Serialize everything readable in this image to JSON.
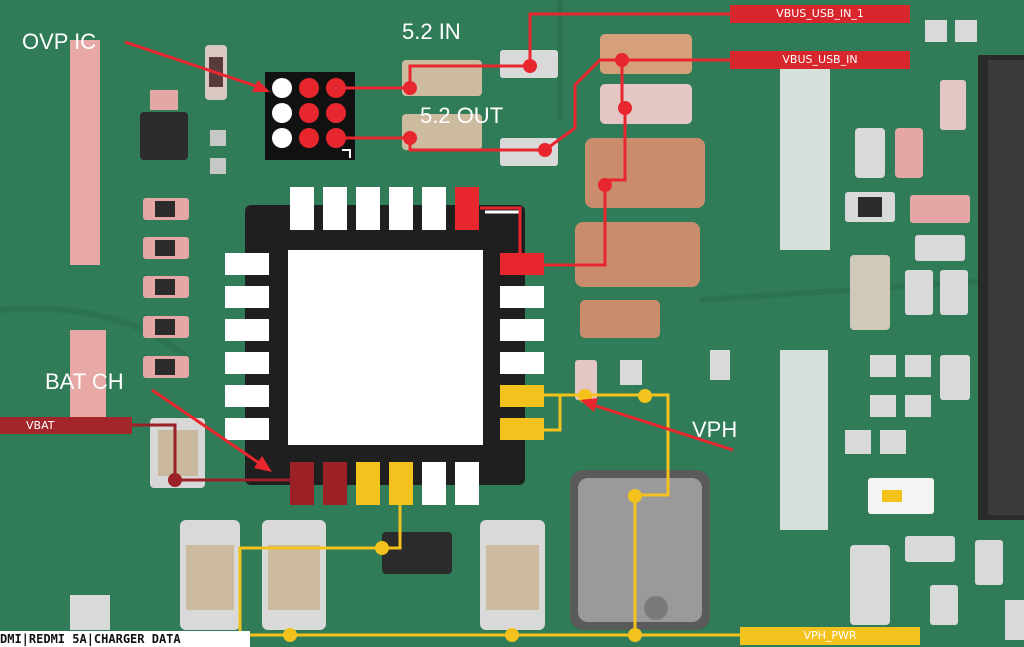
{
  "labels": {
    "ovp_ic": "OVP IC",
    "in_52": "5.2 IN",
    "out_52": "5.2 OUT",
    "bat_ch": "BAT CH",
    "vph": "VPH"
  },
  "net_tags": {
    "vbus_usb_in_1": "VBUS_USB_IN_1",
    "vbus_usb_in": "VBUS_USB_IN",
    "vbat": "VBAT",
    "vph_pwr": "VPH_PWR"
  },
  "footer": {
    "text": "DMI|REDMI 5A|CHARGER DATA"
  },
  "colors": {
    "board": "#2f7a58",
    "trace_red": "#e8262e",
    "trace_dark_red": "#9b2126",
    "trace_yellow": "#f4c21d",
    "pad_white": "#ffffff"
  }
}
